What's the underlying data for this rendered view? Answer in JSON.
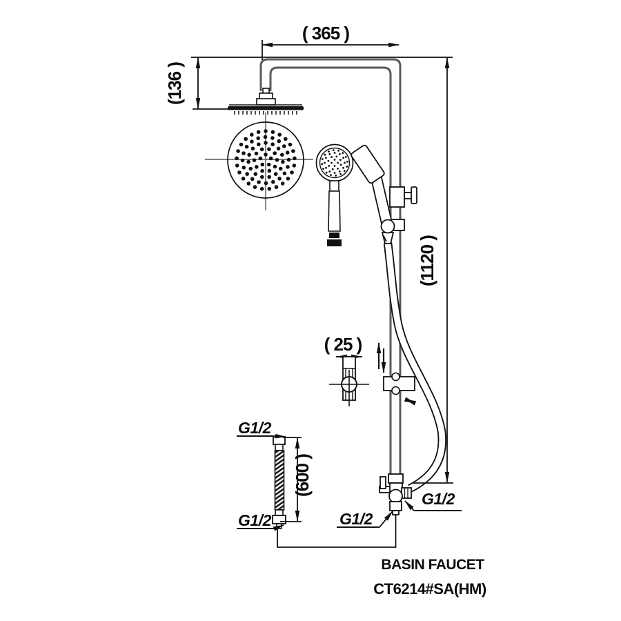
{
  "drawing": {
    "caption": {
      "line1": "BASIN FAUCET",
      "line2": "CT6214#SA(HM)"
    },
    "dimensions": {
      "top_width": "( 365 )",
      "head_drop": "(136 )",
      "total_height": "(1120 )",
      "slider_width": "( 25 )",
      "hose_length": "(600 )"
    },
    "connection_labels": {
      "hose_top": "G1/2",
      "hose_bottom": "G1/2",
      "inlet_bottom": "G1/2",
      "outlet_side": "G1/2"
    },
    "colors": {
      "line": "#111111",
      "pipe": "#5a5a5a",
      "background": "#ffffff"
    }
  }
}
